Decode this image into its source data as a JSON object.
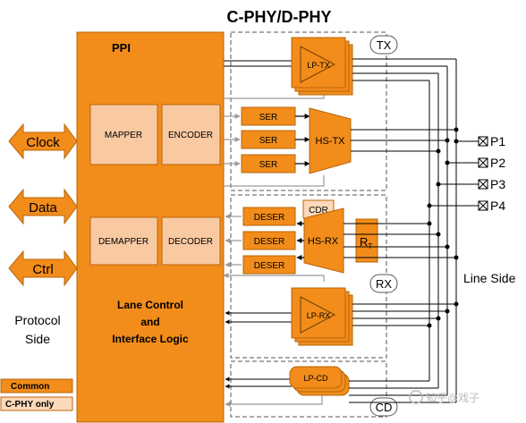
{
  "title": "C-PHY/D-PHY",
  "ppi": {
    "label": "PPI",
    "lane_control": [
      "Lane Control",
      "and",
      "Interface Logic"
    ]
  },
  "blocks": {
    "mapper": "MAPPER",
    "encoder": "ENCODER",
    "demapper": "DEMAPPER",
    "decoder": "DECODER",
    "ser": "SER",
    "deser": "DESER",
    "hs_tx": "HS-TX",
    "hs_rx": "HS-RX",
    "cdr": "CDR",
    "rt_main": "R",
    "rt_sub": "T",
    "lp_tx": "LP-TX",
    "lp_rx": "LP-RX",
    "lp_cd": "LP-CD"
  },
  "sections": {
    "tx": "TX",
    "rx": "RX",
    "cd": "CD"
  },
  "signals": [
    "Clock",
    "Data",
    "Ctrl"
  ],
  "protocol_side": [
    "Protocol",
    "Side"
  ],
  "line_side": "Line Side",
  "pins": [
    "P1",
    "P2",
    "P3",
    "P4"
  ],
  "legend": {
    "common": "Common",
    "cphy_only": "C-PHY only"
  },
  "watermark": "知乎@戏子",
  "colors": {
    "orange": "#f28c1a",
    "orange_light": "#f9c9a2",
    "orange_stroke": "#b8650a",
    "cphy_only": "#fdd9bb",
    "wire": "#000000",
    "gray_wire": "#9a9a9a",
    "dashed": "#555555"
  }
}
